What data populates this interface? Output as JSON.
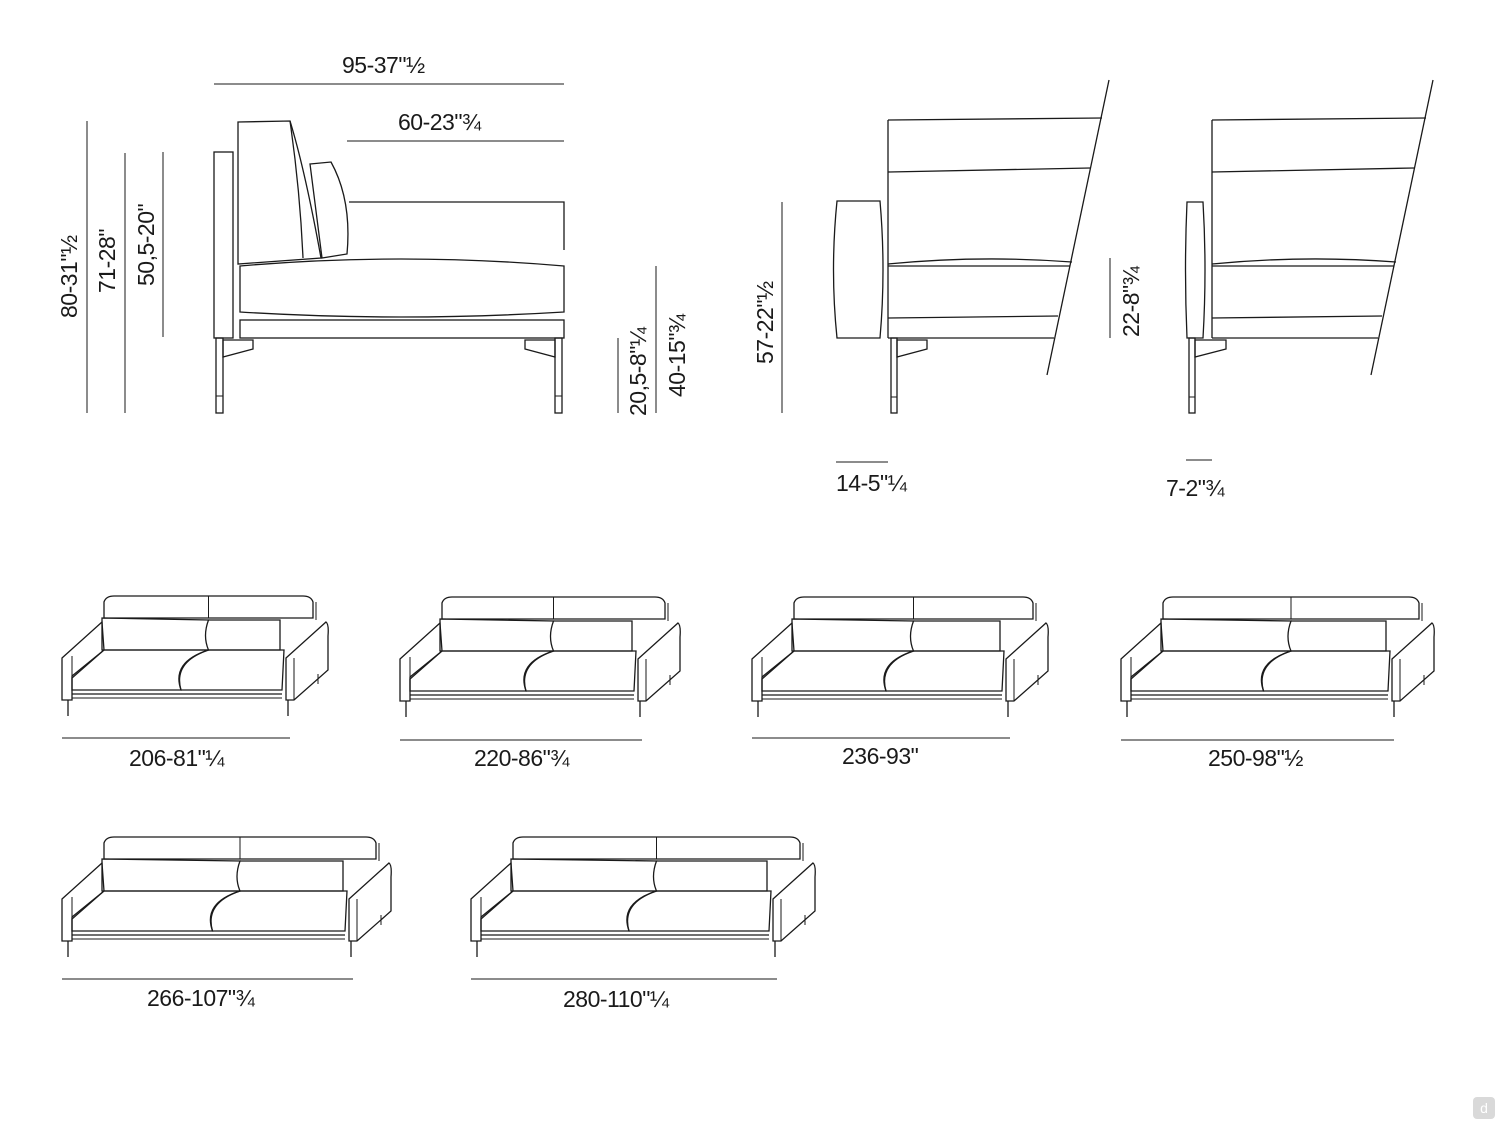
{
  "side_view": {
    "depth_total": "95-37\"½",
    "seat_depth": "60-23\"¾",
    "height_total": "80-31\"½",
    "height_back": "71-28\"",
    "height_arm": "50,5-20\"",
    "seat_frame_height": "20,5-8\"¼",
    "seat_height": "40-15\"¾"
  },
  "arm_wide": {
    "arm_height": "57-22\"½",
    "arm_width": "14-5\"¼"
  },
  "arm_slim": {
    "arm_height": "22-8\"¾",
    "arm_width": "7-2\"¾"
  },
  "sofa_widths": [
    "206-81\"¼",
    "220-86\"¾",
    "236-93\"",
    "250-98\"½",
    "266-107\"¾",
    "280-110\"¼"
  ],
  "badge": "d"
}
